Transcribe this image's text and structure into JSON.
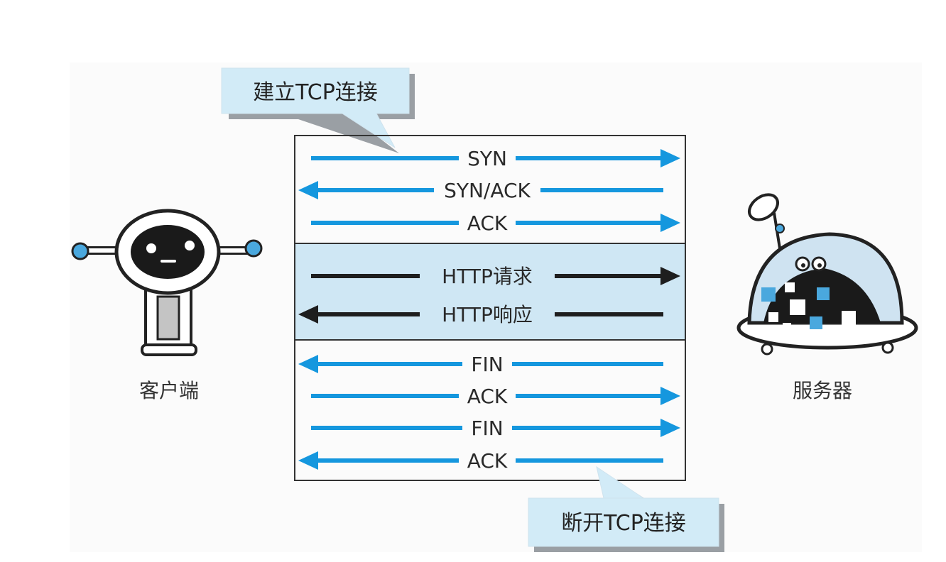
{
  "colors": {
    "blue_arrow": "#1597de",
    "black_arrow": "#1e1e1e",
    "middle_band": "#cfe7f4",
    "callout_fill": "#d2ebf7",
    "callout_shadow": "#8f959a",
    "robot_blue": "#4aa8de"
  },
  "callouts": {
    "top": "建立TCP连接",
    "bottom": "断开TCP连接"
  },
  "actors": {
    "client": "客户端",
    "server": "服务器"
  },
  "messages": [
    {
      "label": "SYN",
      "direction": "right",
      "phase": "handshake"
    },
    {
      "label": "SYN/ACK",
      "direction": "left",
      "phase": "handshake"
    },
    {
      "label": "ACK",
      "direction": "right",
      "phase": "handshake"
    },
    {
      "label": "HTTP请求",
      "direction": "right",
      "phase": "http"
    },
    {
      "label": "HTTP响应",
      "direction": "left",
      "phase": "http"
    },
    {
      "label": "FIN",
      "direction": "left",
      "phase": "close"
    },
    {
      "label": "ACK",
      "direction": "right",
      "phase": "close"
    },
    {
      "label": "FIN",
      "direction": "right",
      "phase": "close"
    },
    {
      "label": "ACK",
      "direction": "left",
      "phase": "close"
    }
  ]
}
